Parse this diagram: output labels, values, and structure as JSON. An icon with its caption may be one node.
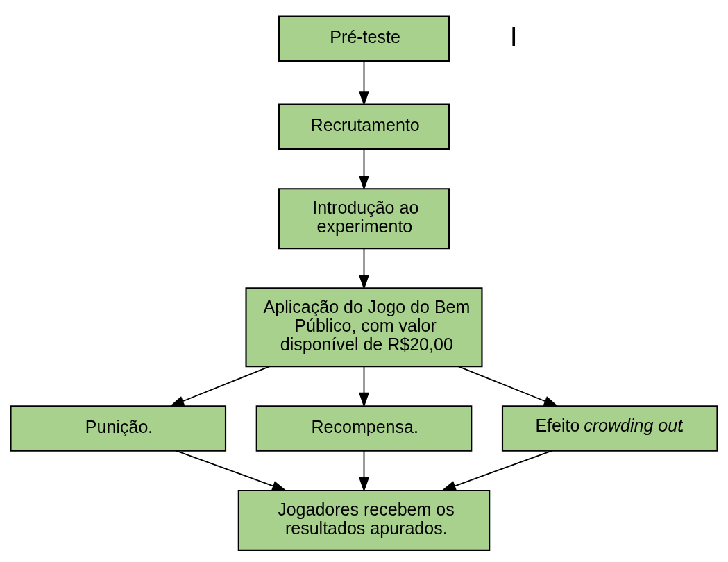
{
  "diagram": {
    "nodes": [
      {
        "text": [
          "Pré-teste"
        ]
      },
      {
        "text": [
          "Recrutamento"
        ]
      },
      {
        "text": [
          "Introdução ao experimento"
        ]
      },
      {
        "text": [
          "Aplicação do Jogo do Bem Público, com valor disponível de R$20,00"
        ]
      },
      {
        "text": [
          "Punição."
        ]
      },
      {
        "text": [
          "Recompensa."
        ]
      },
      {
        "text": [
          "Efeito *crowding out*."
        ]
      },
      {
        "text": [
          "Jogadores recebem os resultados apurados."
        ]
      }
    ],
    "edges": [
      {
        "from": 0,
        "to": 1,
        "arrow": "to"
      },
      {
        "from": 1,
        "to": 2,
        "arrow": "to"
      },
      {
        "from": 2,
        "to": 3,
        "arrow": "to"
      },
      {
        "from": 3,
        "to": 4,
        "arrow": "to"
      },
      {
        "from": 3,
        "to": 5,
        "arrow": "to"
      },
      {
        "from": 3,
        "to": 6,
        "arrow": "to"
      },
      {
        "from": 4,
        "to": 7,
        "arrow": "to"
      },
      {
        "from": 5,
        "to": 7,
        "arrow": "to"
      },
      {
        "from": 6,
        "to": 7,
        "arrow": "to"
      }
    ],
    "labels": [
      "I"
    ]
  }
}
